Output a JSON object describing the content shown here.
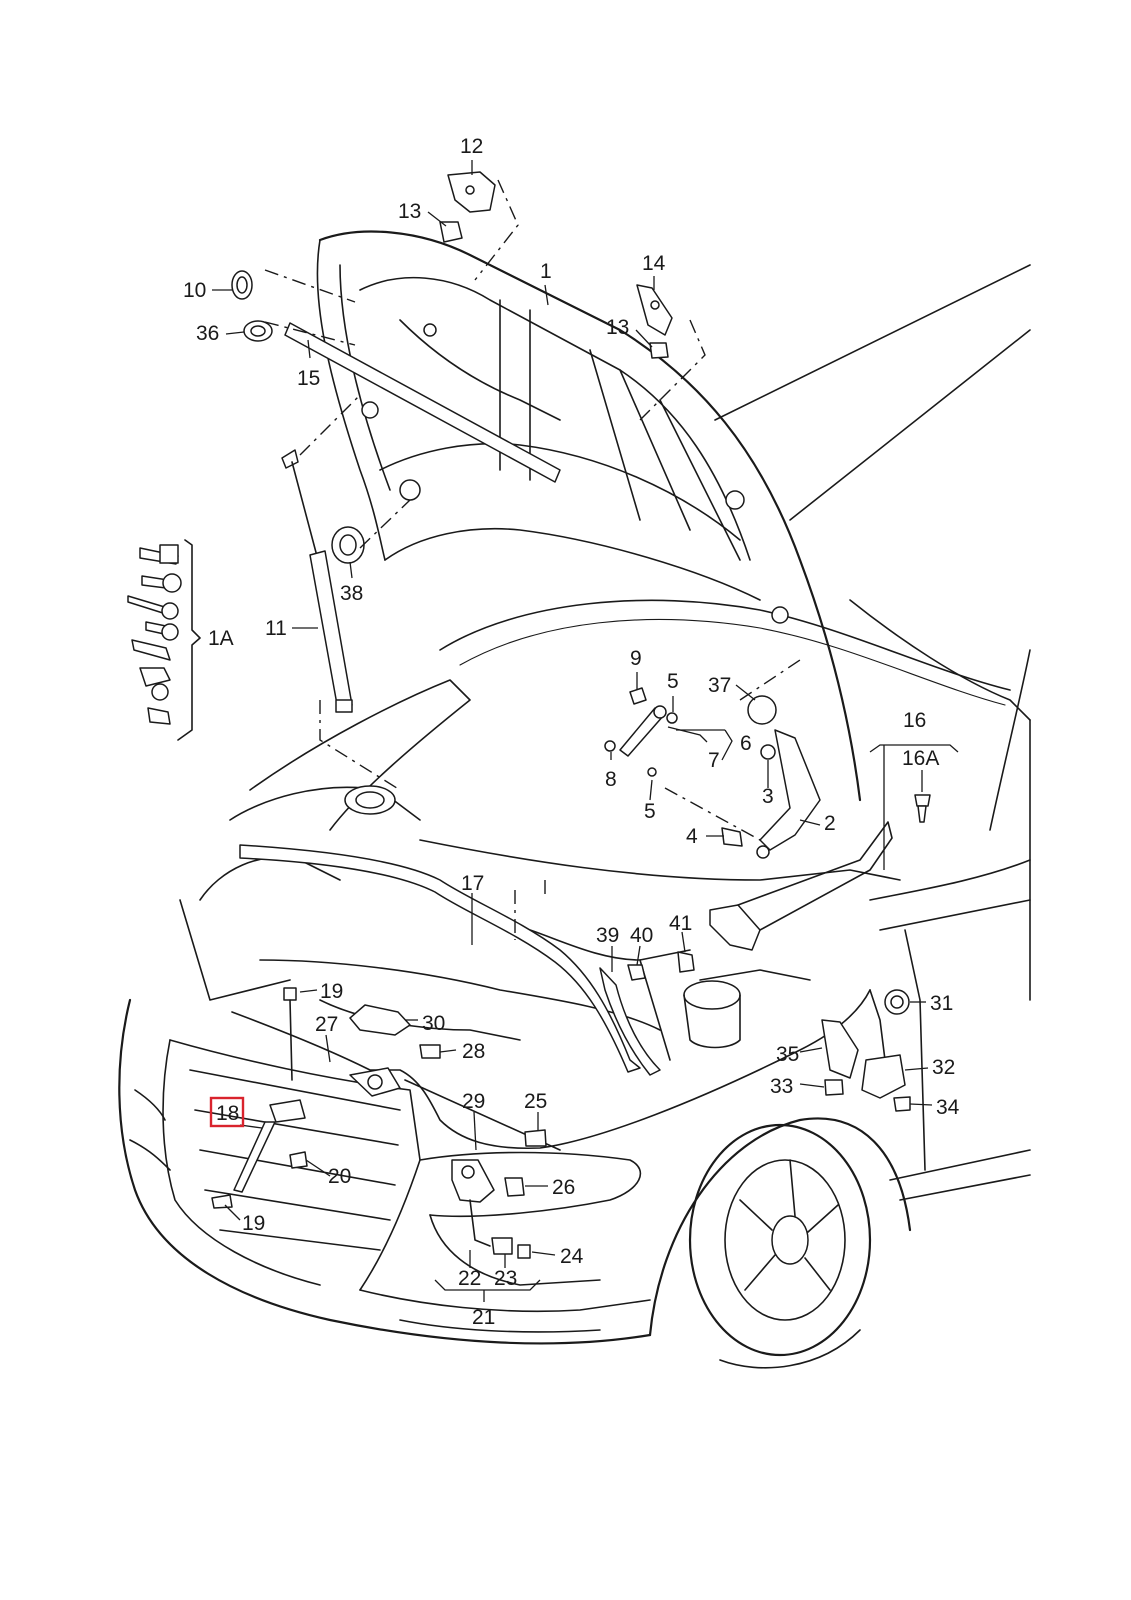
{
  "figure": {
    "highlight_color": "#d9232d",
    "line_color": "#1a1a1a",
    "highlighted_part": "18"
  },
  "callouts": {
    "c1": "1",
    "c1A": "1A",
    "c2": "2",
    "c3": "3",
    "c4": "4",
    "c5a": "5",
    "c5b": "5",
    "c6": "6",
    "c7": "7",
    "c8": "8",
    "c9": "9",
    "c10": "10",
    "c11": "11",
    "c12": "12",
    "c13a": "13",
    "c13b": "13",
    "c14": "14",
    "c15": "15",
    "c16": "16",
    "c16A": "16A",
    "c17": "17",
    "c18": "18",
    "c19a": "19",
    "c19b": "19",
    "c20": "20",
    "c21": "21",
    "c22": "22",
    "c23": "23",
    "c24": "24",
    "c25": "25",
    "c26": "26",
    "c27": "27",
    "c28": "28",
    "c29": "29",
    "c30": "30",
    "c31": "31",
    "c32": "32",
    "c33": "33",
    "c34": "34",
    "c35": "35",
    "c36": "36",
    "c37": "37",
    "c38": "38",
    "c39": "39",
    "c40": "40",
    "c41": "41"
  }
}
